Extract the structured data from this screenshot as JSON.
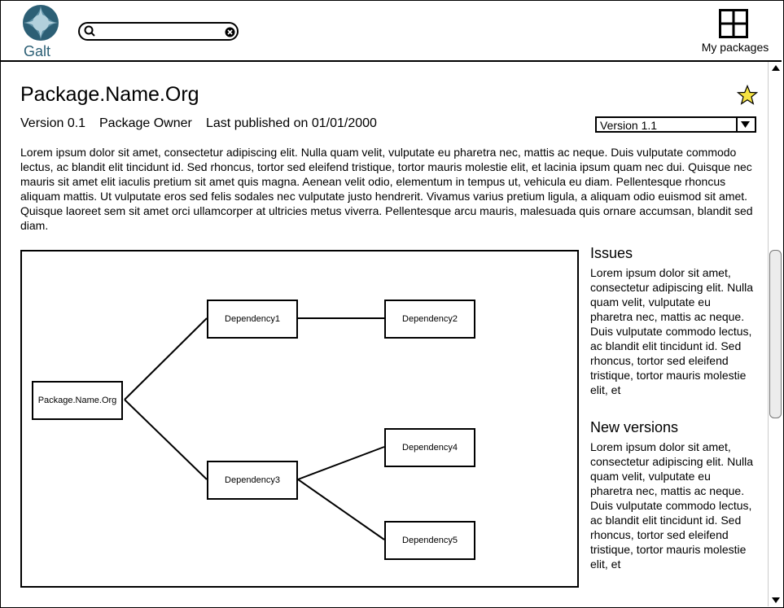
{
  "header": {
    "logo_text": "Galt",
    "search": {
      "value": "",
      "placeholder": ""
    },
    "packages_label": "My packages"
  },
  "package": {
    "name": "Package.Name.Org",
    "version": "Version 0.1",
    "owner": "Package Owner",
    "published": "Last published on 01/01/2000",
    "selected_version": "Version 1.1",
    "description": "Lorem ipsum dolor sit amet, consectetur adipiscing elit. Nulla quam velit, vulputate eu pharetra nec, mattis ac neque. Duis vulputate commodo lectus, ac blandit elit tincidunt id. Sed rhoncus, tortor sed eleifend tristique, tortor mauris molestie elit, et lacinia ipsum quam nec dui. Quisque nec mauris sit amet elit iaculis pretium sit amet quis magna. Aenean velit odio, elementum in tempus ut, vehicula eu diam. Pellentesque rhoncus aliquam mattis. Ut vulputate eros sed felis sodales nec vulputate justo hendrerit. Vivamus varius pretium ligula, a aliquam odio euismod sit amet. Quisque laoreet sem sit amet orci ullamcorper at ultricies metus viverra. Pellentesque arcu mauris, malesuada quis ornare accumsan, blandit sed diam."
  },
  "graph": {
    "root": "Package.Name.Org",
    "nodes": [
      "Dependency1",
      "Dependency2",
      "Dependency3",
      "Dependency4",
      "Dependency5"
    ]
  },
  "sidebar": {
    "issues_title": "Issues",
    "issues_text": "Lorem ipsum dolor sit amet, consectetur adipiscing elit. Nulla quam velit, vulputate eu pharetra nec, mattis ac neque. Duis vulputate commodo lectus, ac blandit elit tincidunt id. Sed rhoncus, tortor sed eleifend tristique, tortor mauris molestie elit, et",
    "versions_title": "New versions",
    "versions_text": "Lorem ipsum dolor sit amet, consectetur adipiscing elit. Nulla quam velit, vulputate eu pharetra nec, mattis ac neque. Duis vulputate commodo lectus, ac blandit elit tincidunt id. Sed rhoncus, tortor sed eleifend tristique, tortor mauris molestie elit, et"
  },
  "colors": {
    "logo": "#2c5f75",
    "star": "#f5e342"
  }
}
